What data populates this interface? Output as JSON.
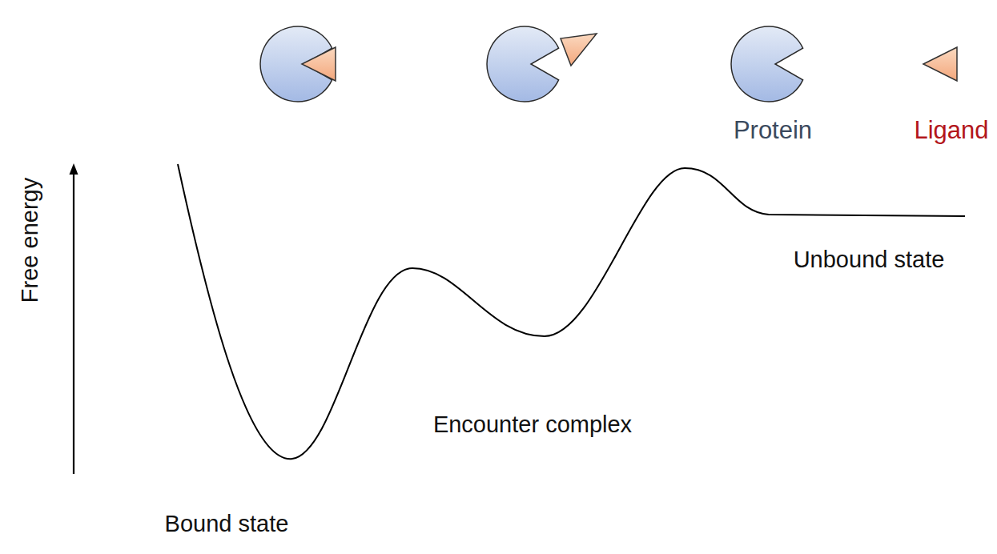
{
  "diagram": {
    "labels": [
      "Protein",
      "Ligand",
      "Free energy",
      "Unbound state",
      "Encounter complex",
      "Bound state"
    ]
  }
}
